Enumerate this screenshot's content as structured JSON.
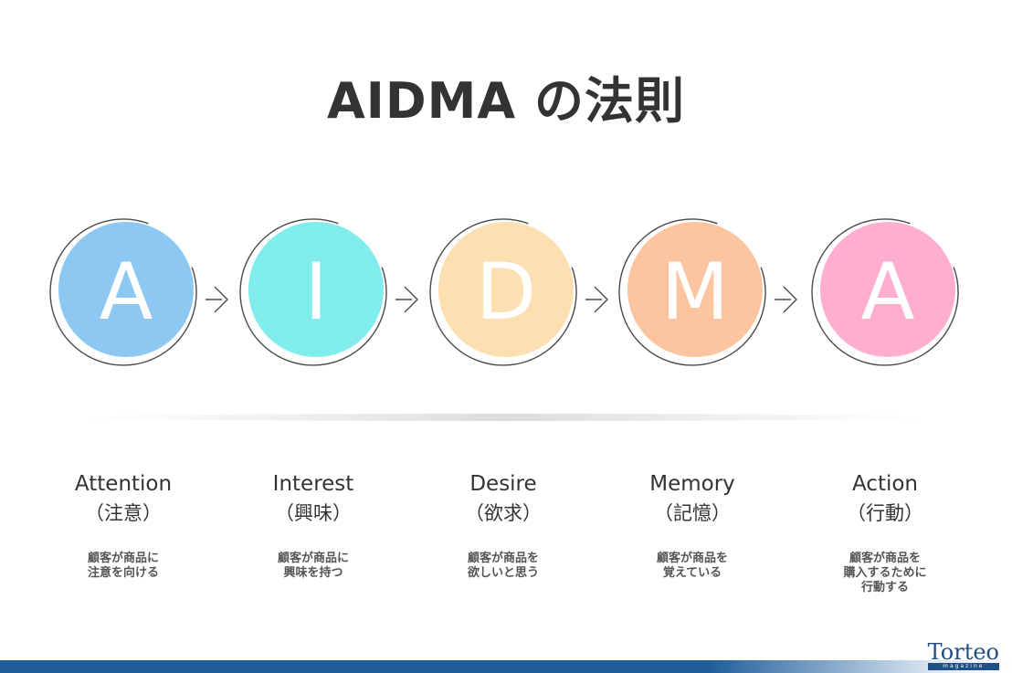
{
  "title": "AIDMA の法則",
  "stages": [
    {
      "letter": "A",
      "name": "Attention",
      "jp": "（注意）",
      "desc": [
        "顧客が商品に",
        "注意を向ける"
      ],
      "color": "#8cc8f2"
    },
    {
      "letter": "I",
      "name": "Interest",
      "jp": "（興味）",
      "desc": [
        "顧客が商品に",
        "興味を持つ"
      ],
      "color": "#80ecec"
    },
    {
      "letter": "D",
      "name": "Desire",
      "jp": "（欲求）",
      "desc": [
        "顧客が商品を",
        "欲しいと思う"
      ],
      "color": "#fde0b2"
    },
    {
      "letter": "M",
      "name": "Memory",
      "jp": "（記憶）",
      "desc": [
        "顧客が商品を",
        "覚えている"
      ],
      "color": "#fcc49f"
    },
    {
      "letter": "A",
      "name": "Action",
      "jp": "（行動）",
      "desc": [
        "顧客が商品を",
        "購入するために",
        "行動する"
      ],
      "color": "#ffaed0"
    }
  ],
  "logo": {
    "main": "Torteo",
    "sub": "magazine"
  },
  "colors": {
    "footer": "#1f5d9a",
    "text": "#333333",
    "outline": "#4a4a4a"
  }
}
